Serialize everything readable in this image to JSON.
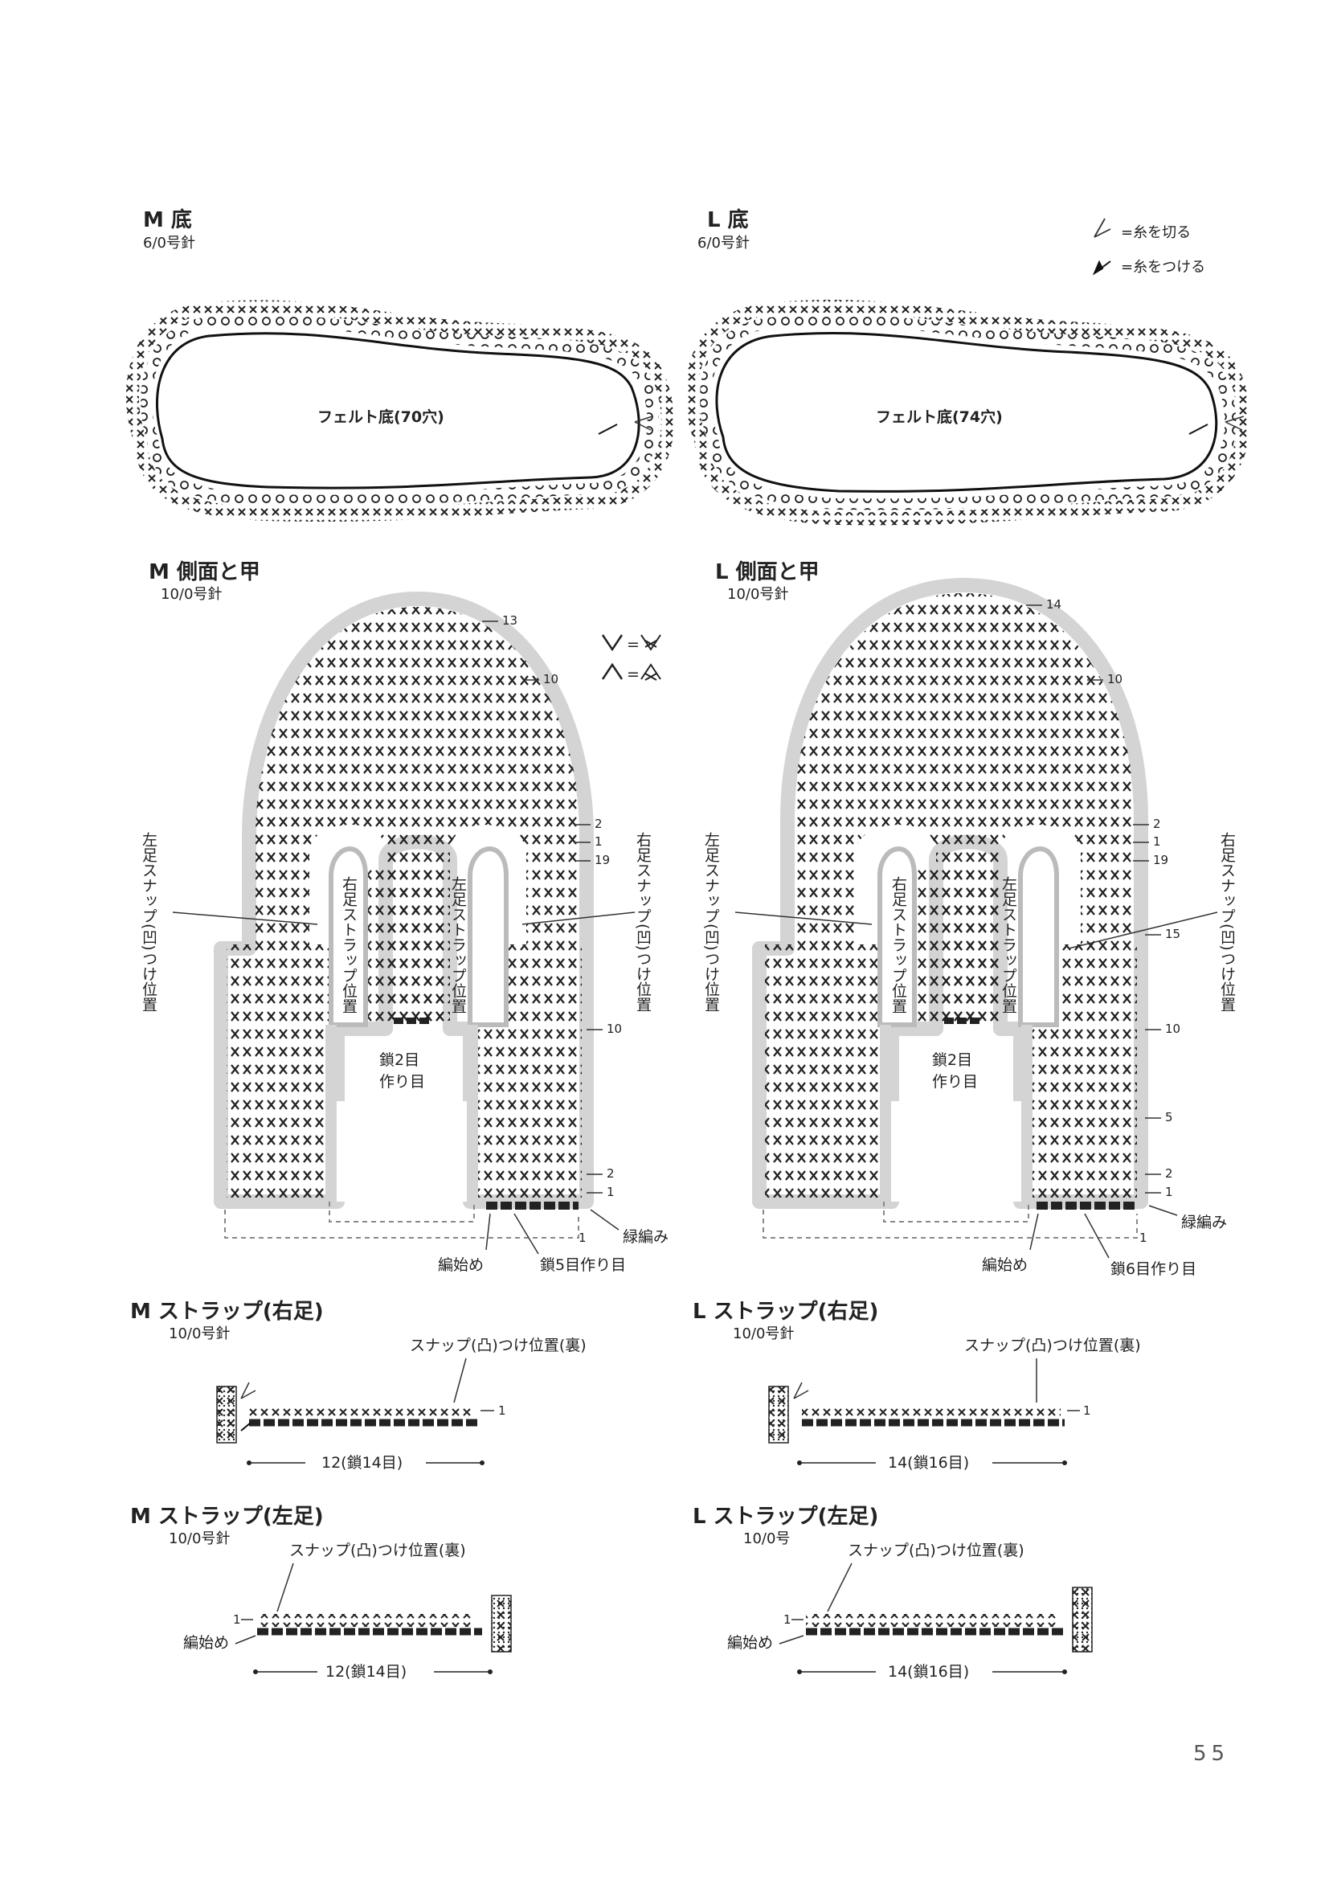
{
  "legend": {
    "cut": "=糸を切る",
    "join": "=糸をつける"
  },
  "symbols": {
    "v_eq": "=",
    "a_eq": "="
  },
  "sole_m": {
    "title": "M 底",
    "hook": "6/0号針",
    "center": "フェルト底(70穴)"
  },
  "sole_l": {
    "title": "L 底",
    "hook": "6/0号針",
    "center": "フェルト底(74穴)"
  },
  "side_m": {
    "title": "M 側面と甲",
    "hook": "10/0号針",
    "left_snap": "左足スナップ(凹)つけ位置",
    "right_snap": "右足スナップ(凹)つけ位置",
    "right_strap": "右足ストラップ位置",
    "left_strap": "左足ストラップ位置",
    "chain2": [
      "鎖2目",
      "作り目"
    ],
    "start": "編始め",
    "chain_base": "鎖5目作り目",
    "edging": "緑編み",
    "rows": [
      "13",
      "10",
      "2",
      "1",
      "19",
      "10",
      "2",
      "1",
      "1"
    ]
  },
  "side_l": {
    "title": "L 側面と甲",
    "hook": "10/0号針",
    "left_snap": "左足スナップ(凹)つけ位置",
    "right_snap": "右足スナップ(凹)つけ位置",
    "right_strap": "右足ストラップ位置",
    "left_strap": "左足ストラップ位置",
    "chain2": [
      "鎖2目",
      "作り目"
    ],
    "start": "編始め",
    "chain_base": "鎖6目作り目",
    "edging": "緑編み",
    "rows": [
      "14",
      "10",
      "2",
      "1",
      "19",
      "15",
      "10",
      "5",
      "2",
      "1",
      "1"
    ]
  },
  "strap_m_right": {
    "title": "M ストラップ(右足)",
    "hook": "10/0号針",
    "snap": "スナップ(凸)つけ位置(裏)",
    "length": "12(鎖14目)",
    "row": "1"
  },
  "strap_l_right": {
    "title": "L ストラップ(右足)",
    "hook": "10/0号針",
    "snap": "スナップ(凸)つけ位置(裏)",
    "length": "14(鎖16目)",
    "row": "1"
  },
  "strap_m_left": {
    "title": "M ストラップ(左足)",
    "hook": "10/0号針",
    "snap": "スナップ(凸)つけ位置(裏)",
    "length": "12(鎖14目)",
    "row": "1",
    "start": "編始め"
  },
  "strap_l_left": {
    "title": "L ストラップ(左足)",
    "hook": "10/0号",
    "snap": "スナップ(凸)つけ位置(裏)",
    "length": "14(鎖16目)",
    "row": "1",
    "start": "編始め"
  },
  "page_number": "55"
}
